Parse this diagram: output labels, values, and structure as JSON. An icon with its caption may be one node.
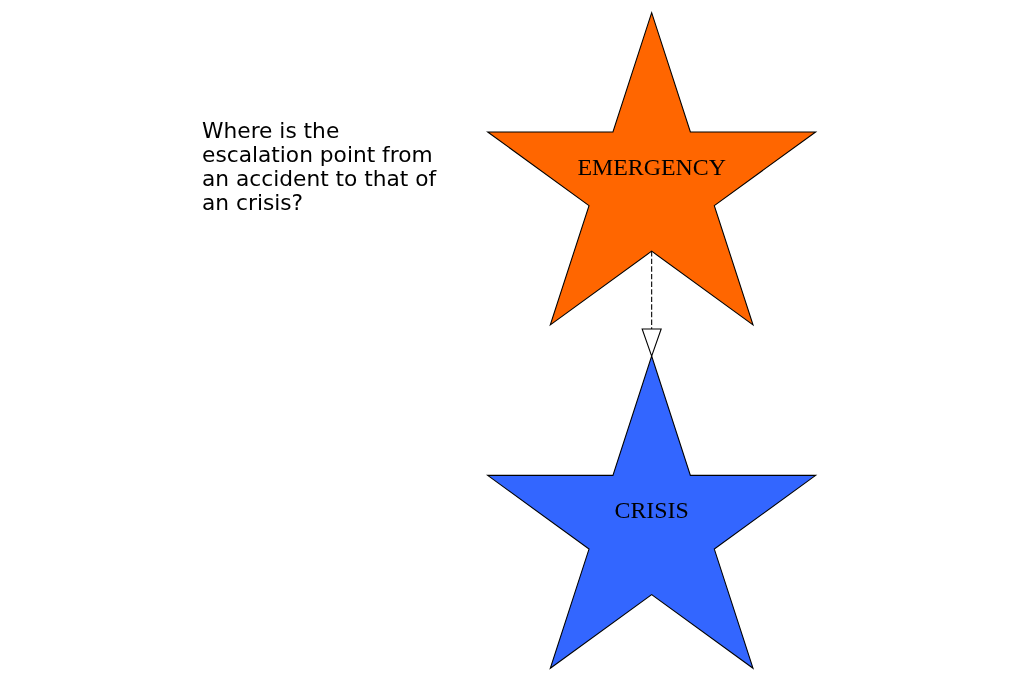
{
  "diagram": {
    "nodes": [
      {
        "text": [
          "EMERGENCY"
        ]
      },
      {
        "text": [
          "CRISIS"
        ]
      }
    ],
    "edges": [
      {
        "from": 0,
        "to": 1,
        "arrow": "to",
        "style": "dashed"
      }
    ],
    "labels": [
      "Where is the escalation point from an accident to that of an crisis?"
    ]
  }
}
